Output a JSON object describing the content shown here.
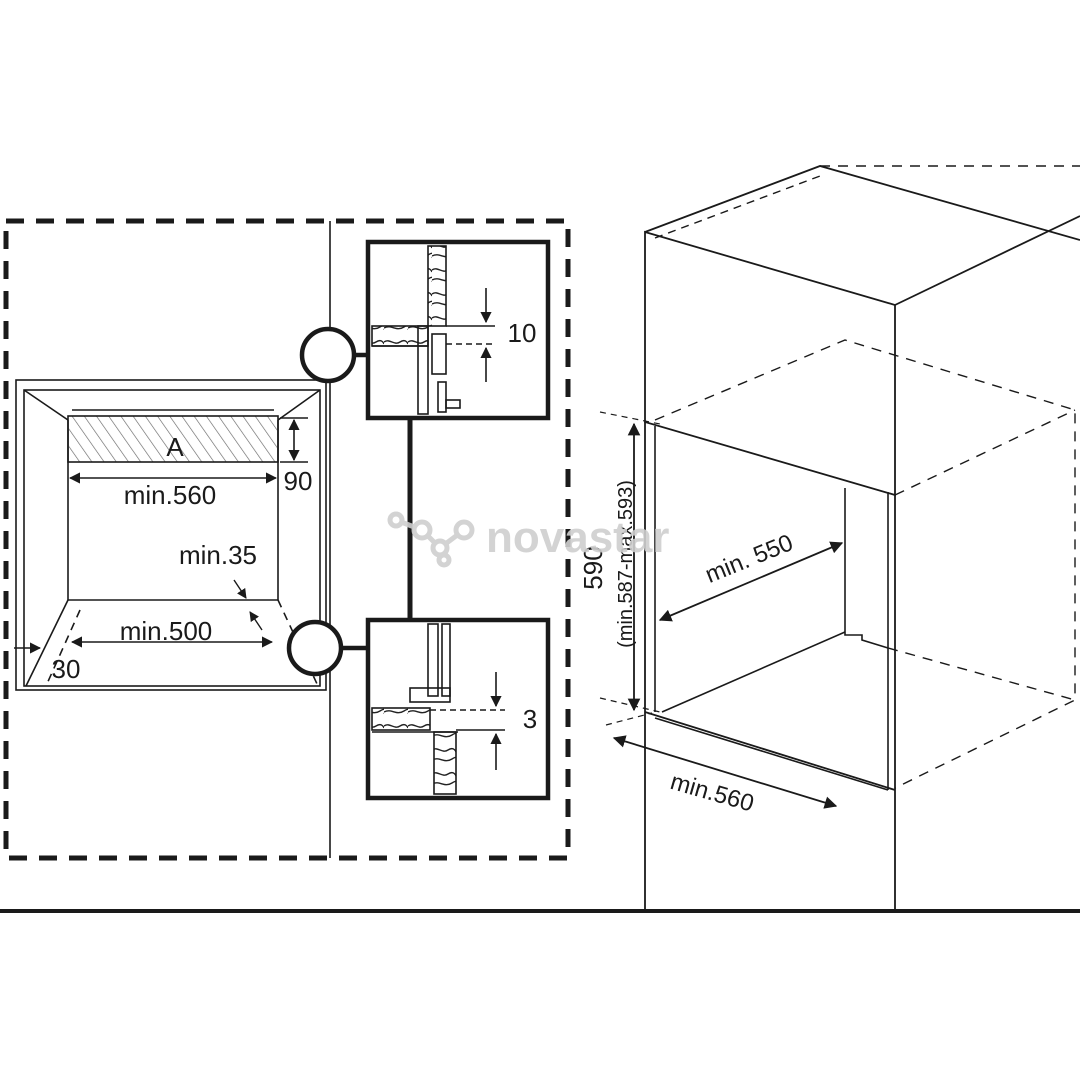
{
  "diagram": {
    "left_panel": {
      "shelf_label": "A",
      "width_top": "min.560",
      "height_gap": "90",
      "side_gap": "min.35",
      "width_bottom": "min.500",
      "depth_bottom": "30"
    },
    "detail_top": {
      "gap_value": "10"
    },
    "detail_bottom": {
      "gap_value": "3"
    },
    "cabinet": {
      "height_main": "590",
      "height_range": "(min.587-max.593)",
      "depth": "min. 550",
      "width": "min.560"
    },
    "watermark": "novastar",
    "colors": {
      "ink": "#1a1a1a",
      "watermark": "#cfcfcf",
      "hatch": "#555555"
    }
  }
}
